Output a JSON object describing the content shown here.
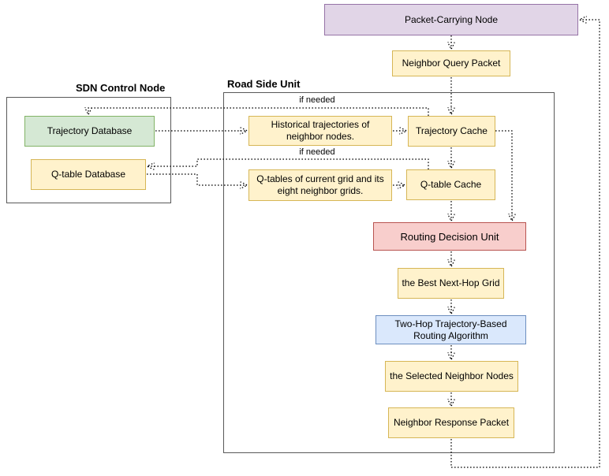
{
  "diagram_type": "flowchart",
  "groups": {
    "sdn_control_node": {
      "label": "SDN Control Node"
    },
    "road_side_unit": {
      "label": "Road Side Unit"
    }
  },
  "nodes": {
    "packet_carrying_node": {
      "label": "Packet-Carrying Node"
    },
    "neighbor_query_packet": {
      "label": "Neighbor Query Packet"
    },
    "trajectory_database": {
      "label": "Trajectory Database"
    },
    "q_table_database": {
      "label": "Q-table Database"
    },
    "historical_trajectories": {
      "label": "Historical trajectories of neighbor nodes."
    },
    "trajectory_cache": {
      "label": "Trajectory Cache"
    },
    "q_tables_grid": {
      "label": "Q-tables of current grid and its eight neighbor grids."
    },
    "q_table_cache": {
      "label": "Q-table Cache"
    },
    "routing_decision_unit": {
      "label": "Routing Decision Unit"
    },
    "best_next_hop_grid": {
      "label": "the Best Next-Hop Grid"
    },
    "two_hop_algorithm": {
      "label": "Two-Hop Trajectory-Based Routing Algorithm"
    },
    "selected_neighbor_nodes": {
      "label": "the Selected Neighbor Nodes"
    },
    "neighbor_response_packet": {
      "label": "Neighbor Response Packet"
    }
  },
  "edge_labels": {
    "if_needed_top": "if needed",
    "if_needed_bottom": "if needed"
  },
  "colors": {
    "purple_fill": "#e1d5e7",
    "purple_stroke": "#9673a6",
    "yellow_fill": "#fff2cc",
    "yellow_stroke": "#d6b656",
    "green_fill": "#d5e8d4",
    "green_stroke": "#82b366",
    "red_fill": "#f8cecc",
    "red_stroke": "#b85450",
    "blue_fill": "#dae8fc",
    "blue_stroke": "#6c8ebf",
    "connector": "#000000",
    "container_stroke": "#595959"
  }
}
